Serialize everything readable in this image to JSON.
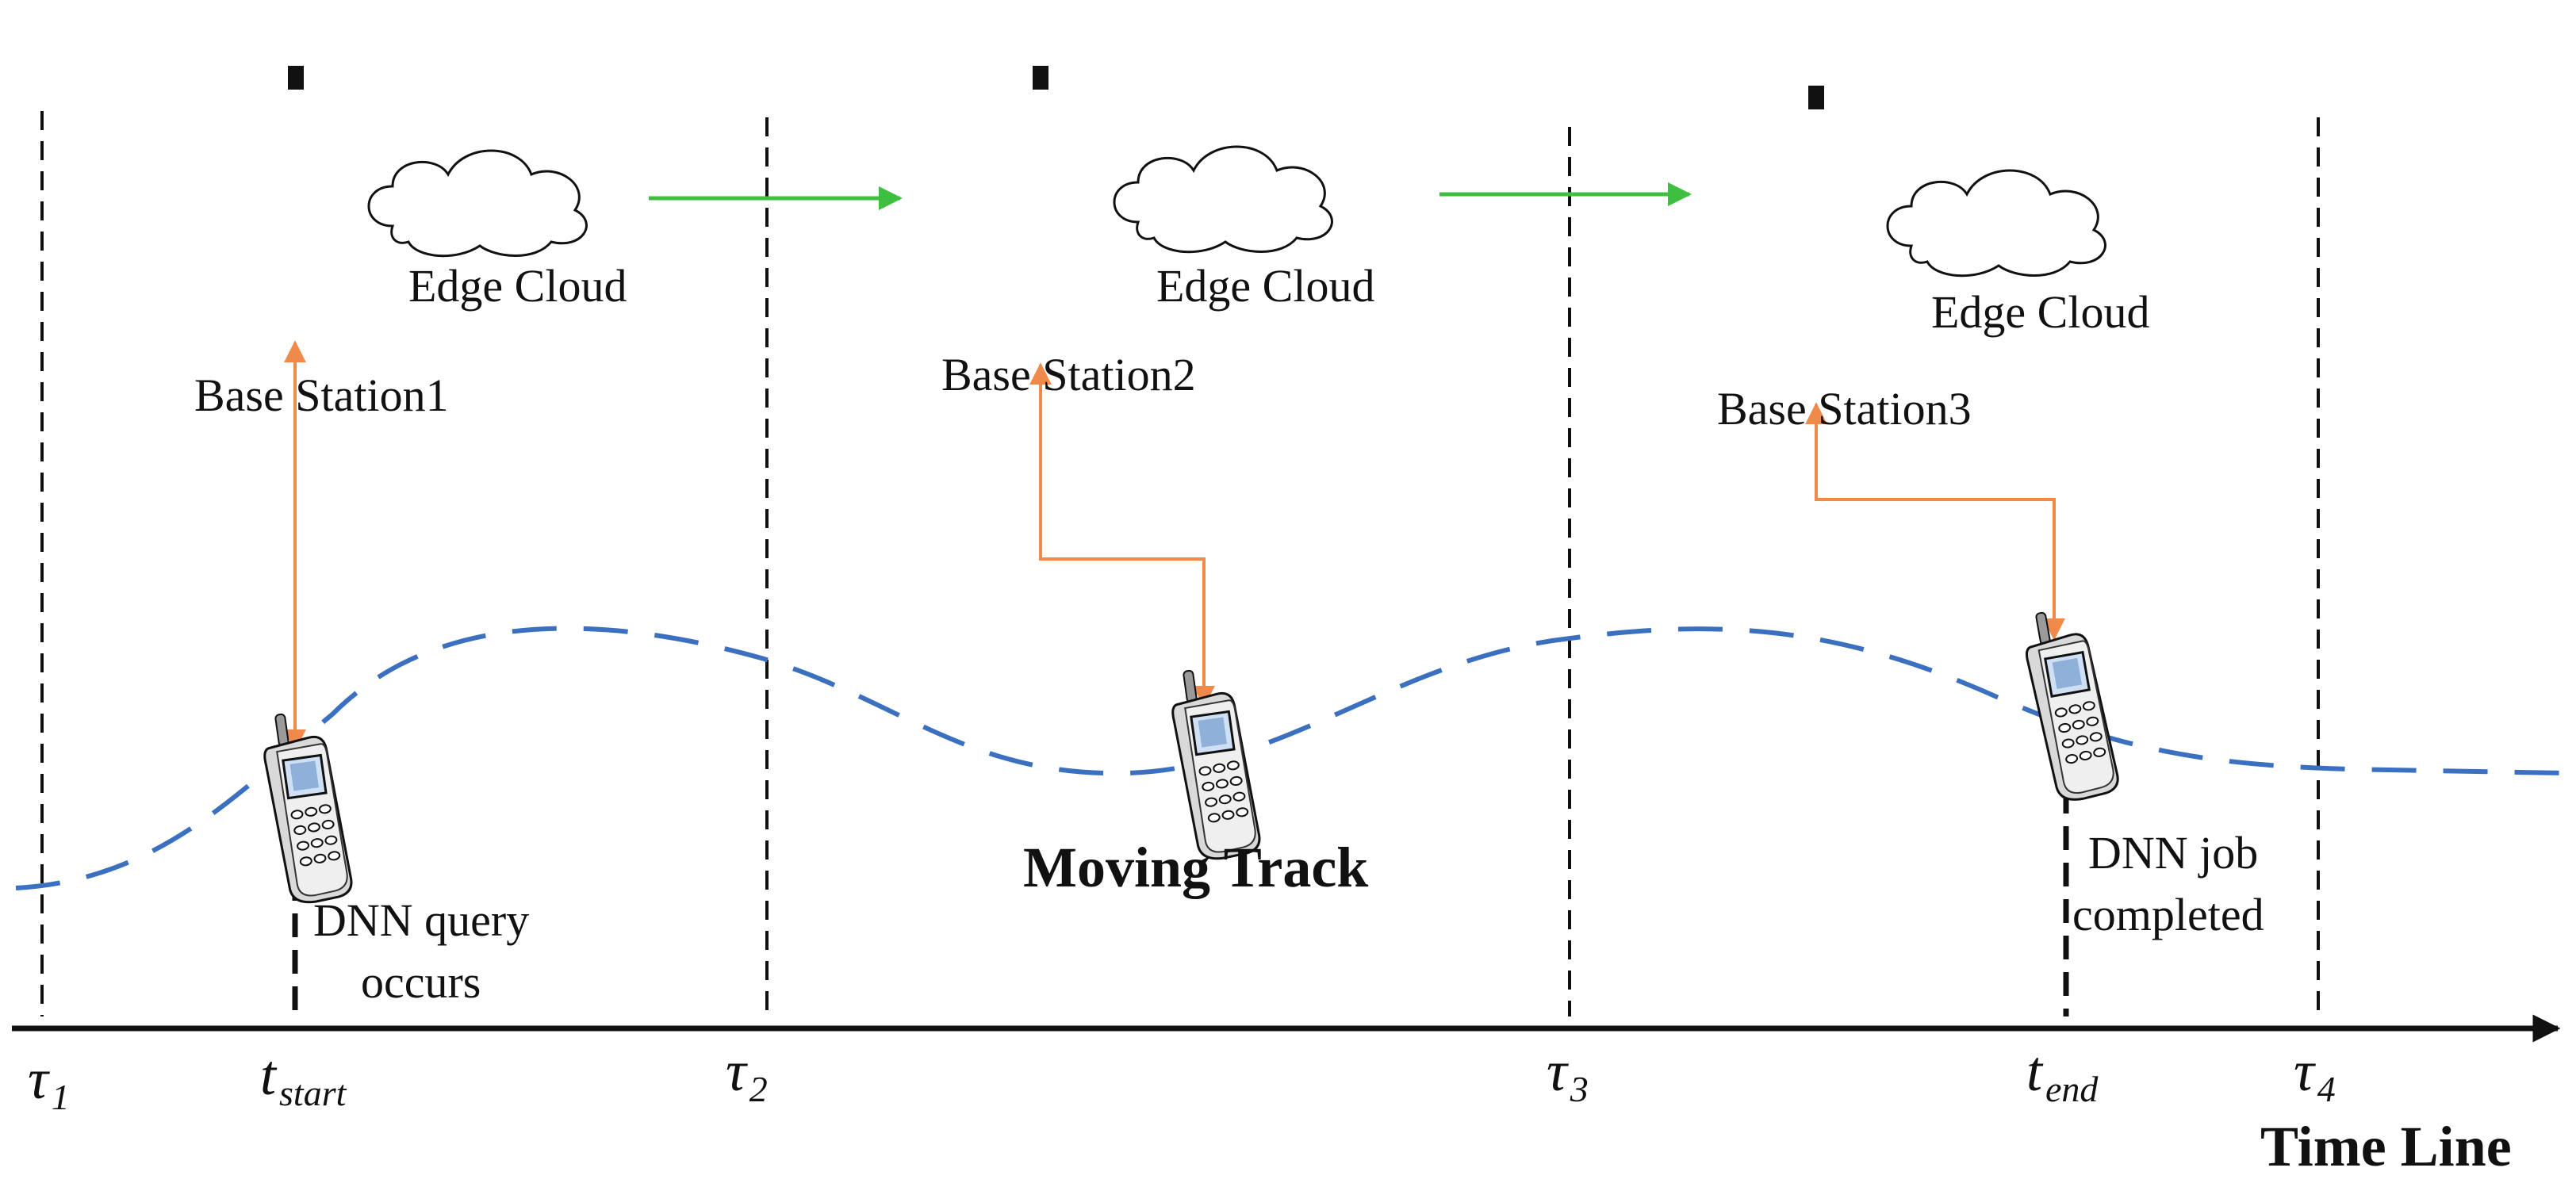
{
  "diagram": {
    "stations": [
      {
        "base_label": "Base Station1",
        "edge_label": "Edge Cloud"
      },
      {
        "base_label": "Base Station2",
        "edge_label": "Edge Cloud"
      },
      {
        "base_label": "Base Station3",
        "edge_label": "Edge Cloud"
      }
    ],
    "track_label": "Moving Track",
    "event_start": {
      "line1": "DNN query",
      "line2": "occurs"
    },
    "event_end": {
      "line1": "DNN job",
      "line2": "completed"
    },
    "timeline_label": "Time Line",
    "ticks": [
      {
        "main": "τ",
        "sub": "1"
      },
      {
        "main": "t",
        "sub": "start"
      },
      {
        "main": "τ",
        "sub": "2"
      },
      {
        "main": "τ",
        "sub": "3"
      },
      {
        "main": "t",
        "sub": "end"
      },
      {
        "main": "τ",
        "sub": "4"
      }
    ],
    "colors": {
      "track": "#3b6fc0",
      "link": "#f08a4b",
      "handover": "#3fbf3f",
      "ink": "#111111"
    },
    "icons": [
      "tower-icon",
      "cloud-icon",
      "phone-icon"
    ]
  }
}
